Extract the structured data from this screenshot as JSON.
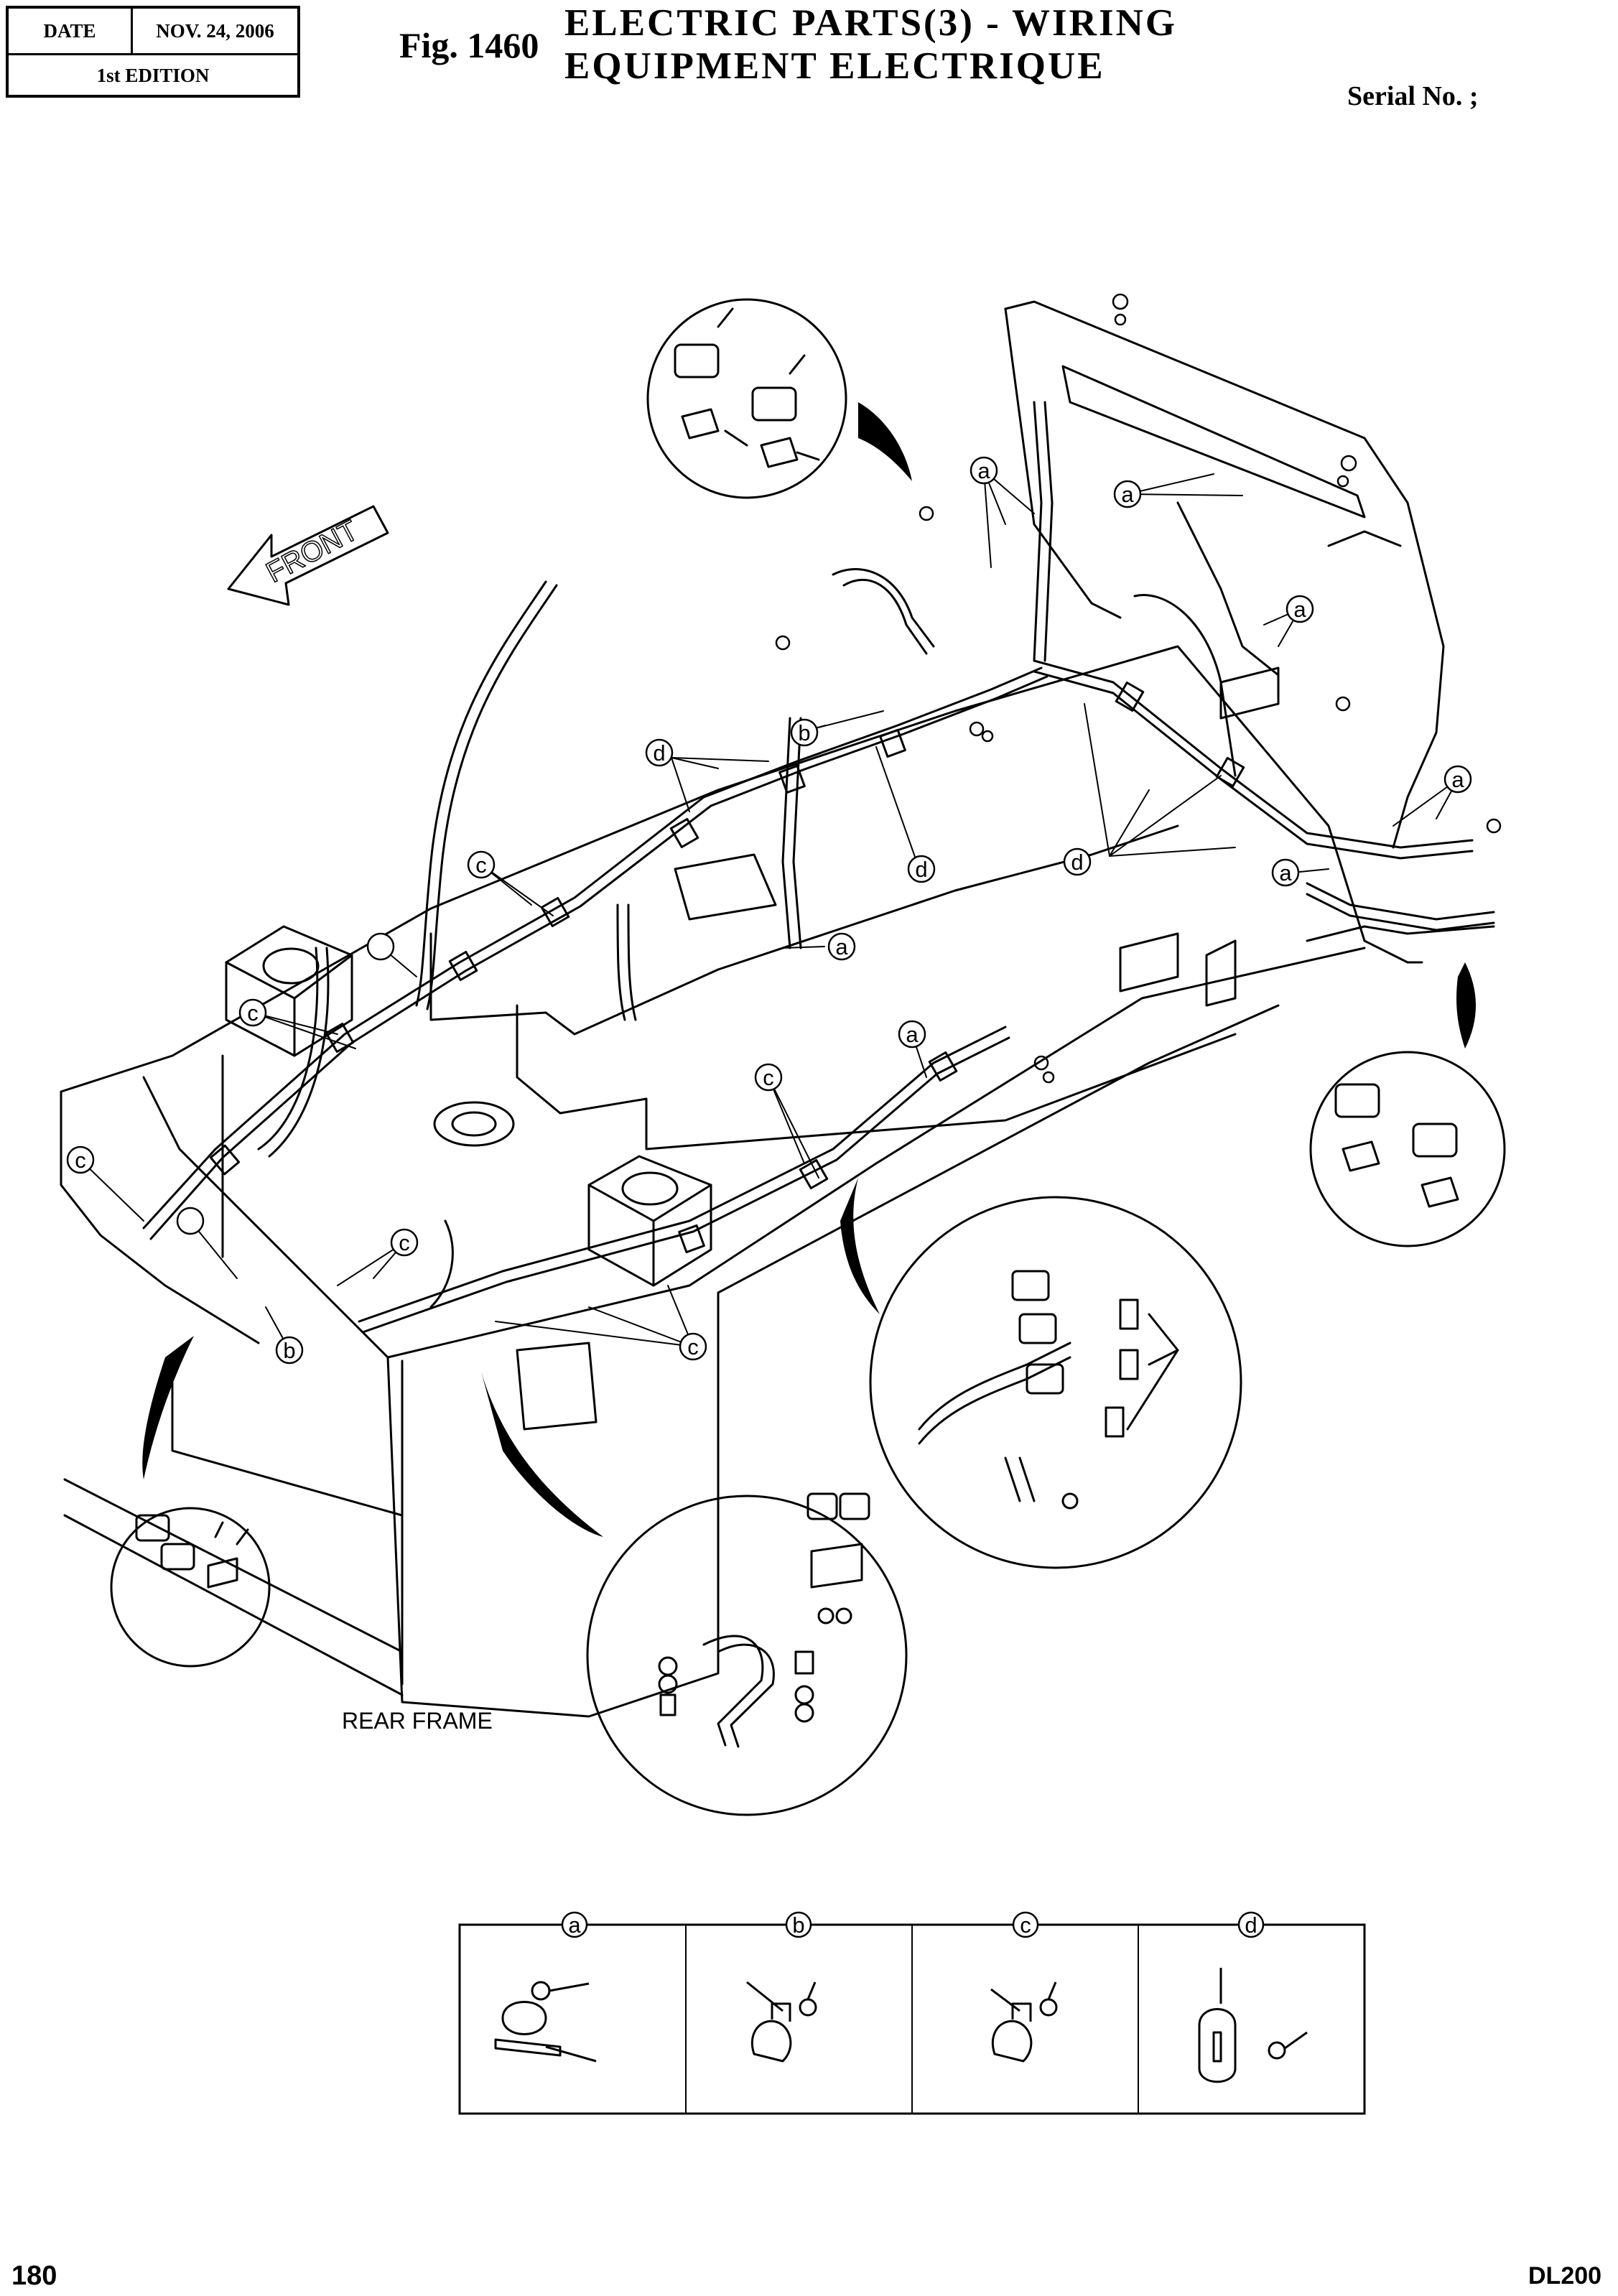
{
  "header": {
    "date_label": "DATE",
    "date_value": "NOV. 24, 2006",
    "edition": "1st EDITION",
    "fig_number": "Fig. 1460",
    "title_line1": "ELECTRIC PARTS(3) - WIRING",
    "title_line2": "EQUIPMENT ELECTRIQUE",
    "serial_label": "Serial No. ;"
  },
  "diagram": {
    "front_label": "FRONT",
    "rear_frame_label": "REAR FRAME",
    "callouts": [
      "a",
      "a",
      "a",
      "a",
      "a",
      "a",
      "a",
      "b",
      "b",
      "c",
      "c",
      "c",
      "c",
      "c",
      "c",
      "d",
      "d",
      "d"
    ]
  },
  "legend": {
    "items": [
      {
        "letter": "a"
      },
      {
        "letter": "b"
      },
      {
        "letter": "c"
      },
      {
        "letter": "d"
      }
    ]
  },
  "footer": {
    "page_number": "180",
    "model": "DL200"
  }
}
